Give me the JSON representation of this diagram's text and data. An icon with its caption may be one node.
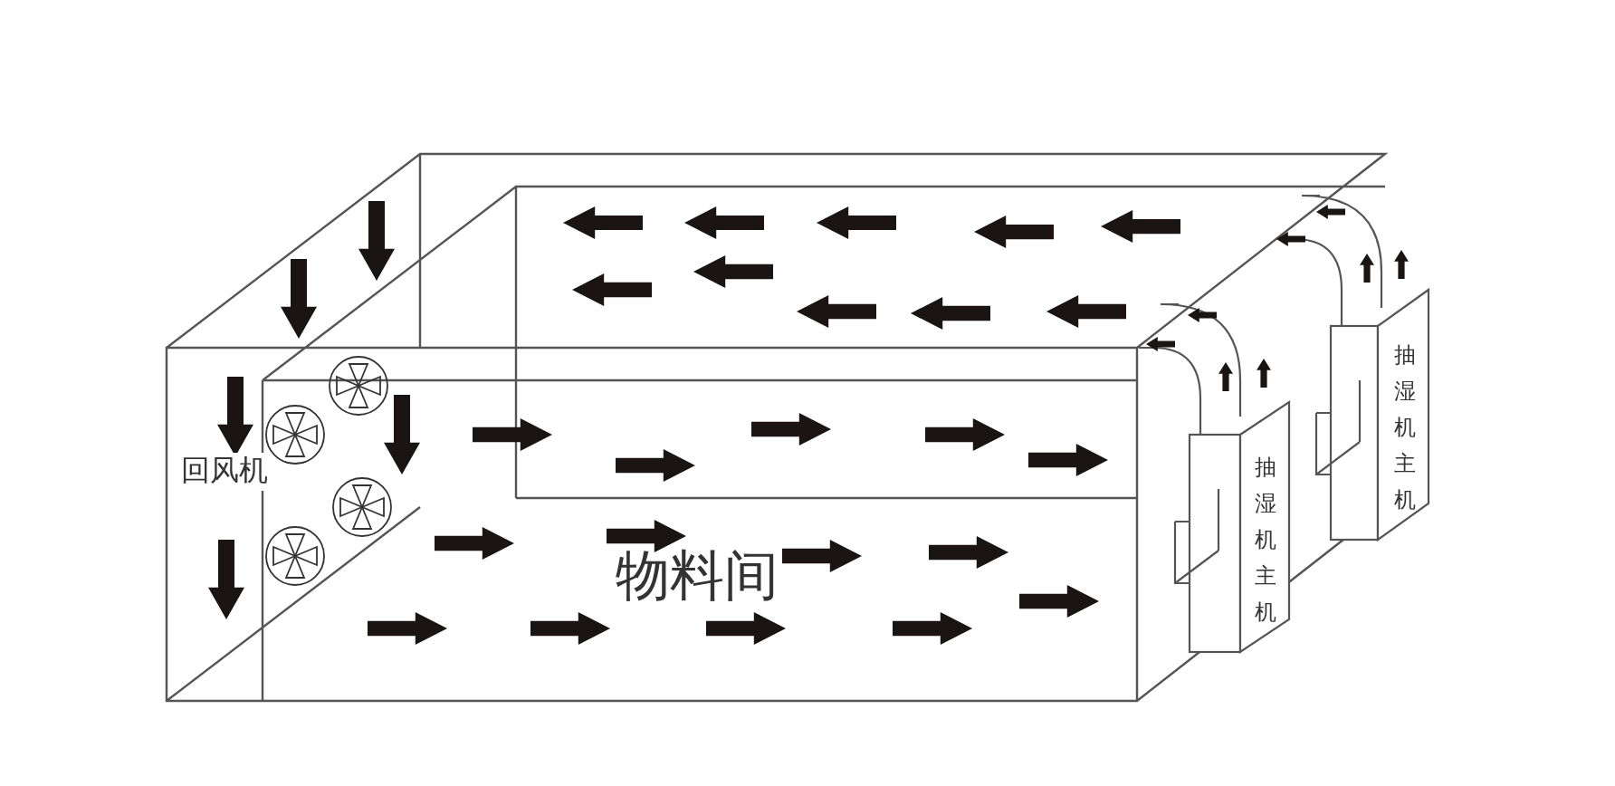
{
  "diagram": {
    "nodes": [
      {
        "text": [
          "物料间"
        ]
      },
      {
        "text": [
          "抽湿机主机"
        ]
      },
      {
        "text": [
          "抽湿机主机"
        ]
      }
    ],
    "labels": [
      "回风机"
    ]
  }
}
